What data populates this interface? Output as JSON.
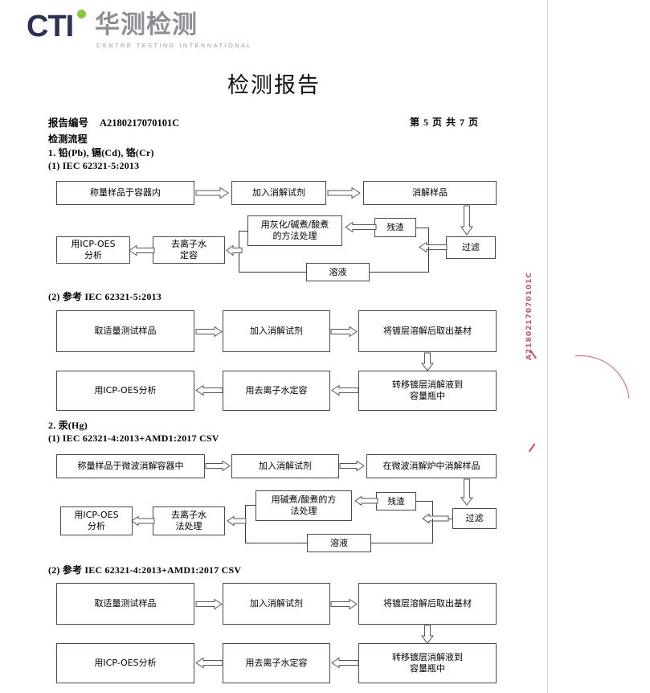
{
  "logo": {
    "mark": "CTI",
    "chinese": "华测检测",
    "english": "CENTRE TESTING INTERNATIONAL",
    "navy": "#2b3157",
    "green": "#8cc63f",
    "gray": "#8e8e96"
  },
  "header": {
    "title": "检测报告",
    "report_no_label": "报告编号",
    "report_no_value": "A2180217070101C",
    "page_indicator": "第 5 页  共 7 页"
  },
  "headings": {
    "process": "检测流程",
    "sec1": "1. 铅(Pb), 镉(Cd), 铬(Cr)",
    "sec1_a": "(1) IEC 62321-5:2013",
    "sec1_b": "(2) 参考 IEC 62321-5:2013",
    "sec2": "2. 汞(Hg)",
    "sec2_a": "(1) IEC 62321-4:2013+AMD1:2017 CSV",
    "sec2_b": "(2) 参考 IEC 62321-4:2013+AMD1:2017 CSV"
  },
  "flow1": {
    "b1": "称量样品于容器内",
    "b2": "加入消解试剂",
    "b3": "消解样品",
    "b4": "过滤",
    "b5": "残渣",
    "b6": "用灰化/碱煮/酸煮\n的方法处理",
    "b6_l1": "用灰化/碱煮/酸煮",
    "b6_l2": "的方法处理",
    "b7": "溶液",
    "b8_l1": "去离子水",
    "b8_l2": "定容",
    "b9_l1": "用ICP-OES",
    "b9_l2": "分析"
  },
  "flow2": {
    "b1": "取适量测试样品",
    "b2": "加入消解试剂",
    "b3": "将镀层溶解后取出基材",
    "b4_l1": "转移镀层消解液到",
    "b4_l2": "容量瓶中",
    "b5": "用去离子水定容",
    "b6": "用ICP-OES分析"
  },
  "flow3": {
    "b1": "称量样品于微波消解容器中",
    "b2": "加入消解试剂",
    "b3": "在微波消解炉中消解样品",
    "b4": "过滤",
    "b5": "残渣",
    "b6_l1": "用碱煮/酸煮的方",
    "b6_l2": "法处理",
    "b7": "溶液",
    "b8_l1": "去离子水",
    "b8_l2": "法处理",
    "b9_l1": "用ICP-OES",
    "b9_l2": "分析"
  },
  "flow4": {
    "b1": "取适量测试样品",
    "b2": "加入消解试剂",
    "b3": "将镀层溶解后取出基材",
    "b4_l1": "转移镀层消解液到",
    "b4_l2": "容量瓶中",
    "b5": "用去离子水定容",
    "b6": "用ICP-OES分析"
  },
  "watermark": {
    "text": "A2180217070101C",
    "color": "#c0305c"
  }
}
